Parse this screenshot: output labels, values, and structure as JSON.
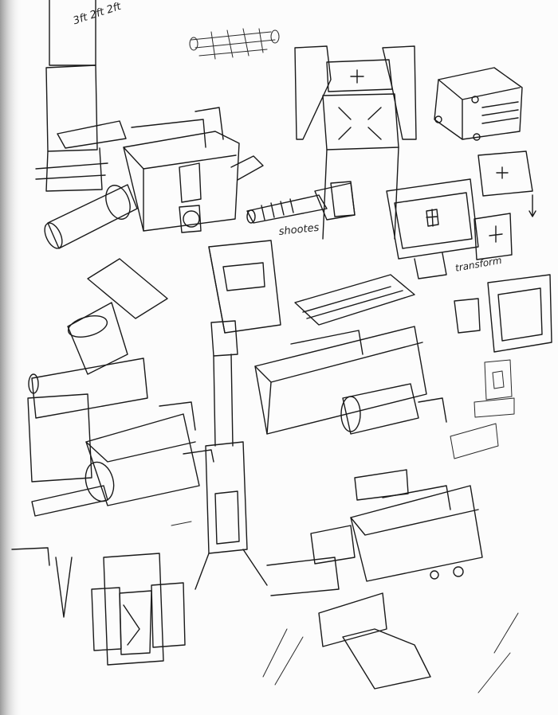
{
  "notes": {
    "top_left": "3ft 2ft 2ft",
    "shoots": "shootes",
    "transform": "transform"
  },
  "colors": {
    "paper": "#fcfcfc",
    "ink": "#1a1a1a",
    "binding_shadow": "#9a9a9a"
  }
}
